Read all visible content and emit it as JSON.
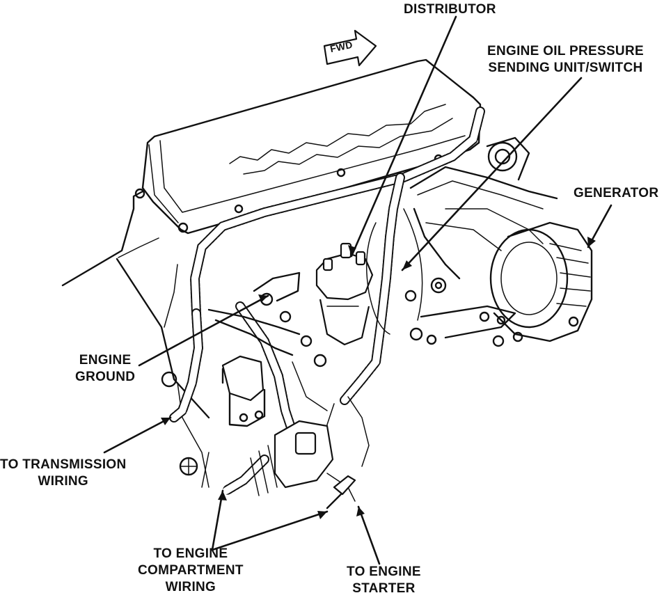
{
  "diagram": {
    "labels": {
      "distributor": "DISTRIBUTOR",
      "oil_pressure_line1": "ENGINE OIL PRESSURE",
      "oil_pressure_line2": "SENDING UNIT/SWITCH",
      "generator": "GENERATOR",
      "engine_ground_line1": "ENGINE",
      "engine_ground_line2": "GROUND",
      "transmission_line1": "TO TRANSMISSION",
      "transmission_line2": "WIRING",
      "compartment_line1": "TO ENGINE",
      "compartment_line2": "COMPARTMENT",
      "compartment_line3": "WIRING",
      "starter_line1": "TO ENGINE",
      "starter_line2": "STARTER"
    },
    "fwd_arrow_text": "FWD",
    "colors": {
      "ink": "#111111",
      "paper": "#ffffff"
    }
  }
}
